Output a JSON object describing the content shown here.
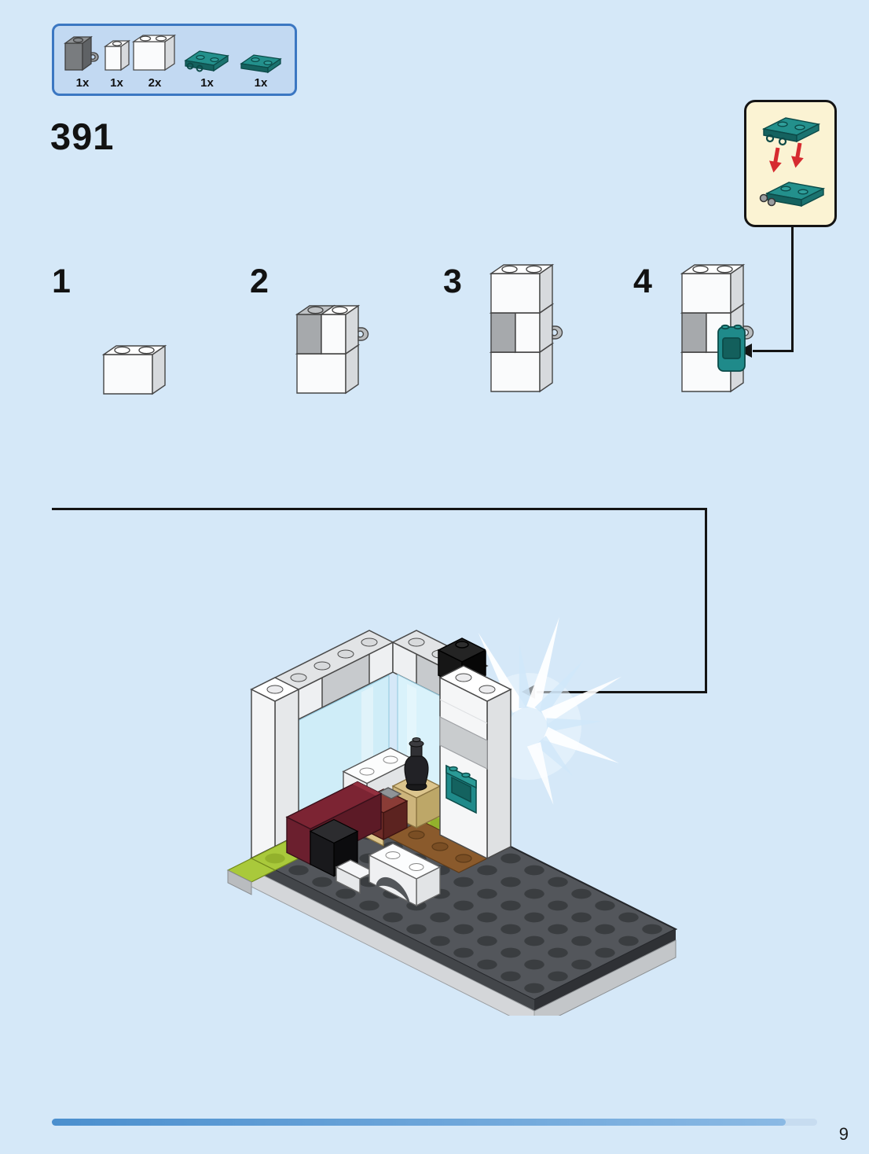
{
  "page": {
    "step_number": "391",
    "page_number": "9"
  },
  "parts_box": {
    "items": [
      {
        "icon": "brick-1x1-with-clip-dark-gray-icon",
        "qty": "1x"
      },
      {
        "icon": "brick-1x1-white-icon",
        "qty": "1x"
      },
      {
        "icon": "brick-1x2-white-icon",
        "qty": "2x"
      },
      {
        "icon": "plate-1x2-with-clips-dark-turquoise-icon",
        "qty": "1x"
      },
      {
        "icon": "plate-1x2-dark-turquoise-icon",
        "qty": "1x"
      }
    ]
  },
  "substeps": [
    {
      "label": "1"
    },
    {
      "label": "2"
    },
    {
      "label": "3"
    },
    {
      "label": "4"
    }
  ],
  "colors": {
    "page_bg": "#d5e8f8",
    "parts_box_bg": "#c2d9f2",
    "parts_box_border": "#3b77c2",
    "callout_bg": "#fbf3d3",
    "teal": "#23908c",
    "arrow_red": "#d62b30",
    "progress_bar": "#4b8fce"
  }
}
